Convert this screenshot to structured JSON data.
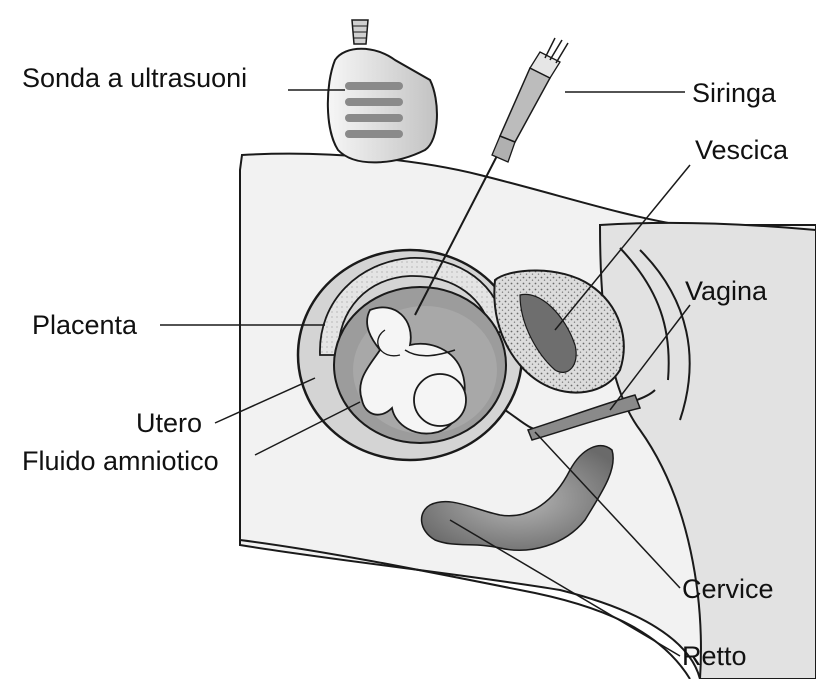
{
  "colors": {
    "outline": "#1a1a1a",
    "body": "#e8e8e8",
    "uterus": "#c9c9c9",
    "placenta": "#dedede",
    "fluid": "#9a9a9a",
    "fetus": "#f4f4f4",
    "rectum": "#8e8e8e",
    "bladder_wall": "#d8d8d8",
    "bladder_inner": "#6e6e6e"
  },
  "labels": {
    "probe": "Sonda a ultrasuoni",
    "syringe": "Siringa",
    "bladder": "Vescica",
    "vagina": "Vagina",
    "placenta": "Placenta",
    "uterus": "Utero",
    "amniotic_fluid": "Fluido amniotico",
    "cervix": "Cervice",
    "rectum": "Retto"
  }
}
